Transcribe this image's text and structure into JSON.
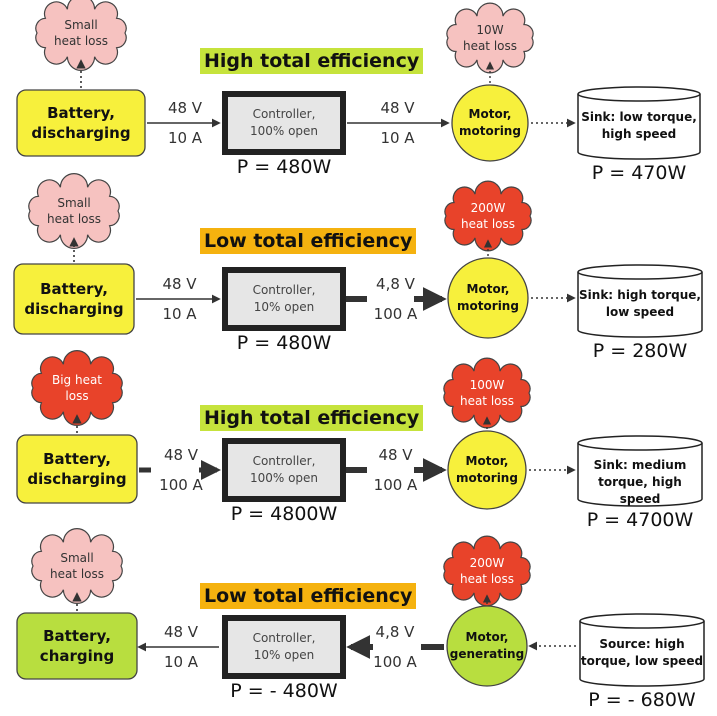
{
  "colors": {
    "battery_discharging": "#f7f03c",
    "battery_charging": "#b8de3f",
    "cloud_small": "#f6c2c0",
    "cloud_big": "#e8432a",
    "title_high": "#c6e33c",
    "title_low": "#f5b20f",
    "motor_motoring": "#f7f03c",
    "motor_generating": "#b8de3f"
  },
  "rows": [
    {
      "title": "High total efficiency",
      "title_style": "high",
      "battery": {
        "label_line1": "Battery,",
        "label_line2": "discharging",
        "style": "battery_discharging"
      },
      "battery_cloud": {
        "line1": "Small",
        "line2": "heat loss",
        "style": "cloud_small"
      },
      "flow_left": {
        "voltage": "48 V",
        "current": "10 A"
      },
      "controller": {
        "line1": "Controller,",
        "line2": "100% open"
      },
      "controller_power": "P = 480W",
      "flow_right": {
        "voltage": "48 V",
        "current": "10 A"
      },
      "motor": {
        "line1": "Motor,",
        "line2": "motoring",
        "style": "motor_motoring"
      },
      "motor_cloud": {
        "line1": "10W",
        "line2": "heat loss",
        "style": "cloud_small"
      },
      "sink": {
        "line1": "Sink: low torque,",
        "line2": "high speed"
      },
      "sink_power": "P = 470W"
    },
    {
      "title": "Low total efficiency",
      "title_style": "low",
      "battery": {
        "label_line1": "Battery,",
        "label_line2": "discharging",
        "style": "battery_discharging"
      },
      "battery_cloud": {
        "line1": "Small",
        "line2": "heat loss",
        "style": "cloud_small"
      },
      "flow_left": {
        "voltage": "48 V",
        "current": "10 A"
      },
      "controller": {
        "line1": "Controller,",
        "line2": "10% open"
      },
      "controller_power": "P = 480W",
      "flow_right": {
        "voltage": "4,8 V",
        "current": "100 A"
      },
      "motor": {
        "line1": "Motor,",
        "line2": "motoring",
        "style": "motor_motoring"
      },
      "motor_cloud": {
        "line1": "200W",
        "line2": "heat loss",
        "style": "cloud_big"
      },
      "sink": {
        "line1": "Sink: high torque,",
        "line2": "low speed"
      },
      "sink_power": "P = 280W"
    },
    {
      "title": "High total efficiency",
      "title_style": "high",
      "battery": {
        "label_line1": "Battery,",
        "label_line2": "discharging",
        "style": "battery_discharging"
      },
      "battery_cloud": {
        "line1": "Big heat",
        "line2": "loss",
        "style": "cloud_big"
      },
      "flow_left": {
        "voltage": "48 V",
        "current": "100 A"
      },
      "controller": {
        "line1": "Controller,",
        "line2": "100% open"
      },
      "controller_power": "P = 4800W",
      "flow_right": {
        "voltage": "48 V",
        "current": "100 A"
      },
      "motor": {
        "line1": "Motor,",
        "line2": "motoring",
        "style": "motor_motoring"
      },
      "motor_cloud": {
        "line1": "100W",
        "line2": "heat loss",
        "style": "cloud_big"
      },
      "sink": {
        "line1": "Sink: medium",
        "line2": "torque, high speed"
      },
      "sink_power": "P = 4700W"
    },
    {
      "title": "Low total efficiency",
      "title_style": "low",
      "battery": {
        "label_line1": "Battery,",
        "label_line2": "charging",
        "style": "battery_charging"
      },
      "battery_cloud": {
        "line1": "Small",
        "line2": "heat loss",
        "style": "cloud_small"
      },
      "flow_left": {
        "voltage": "48 V",
        "current": "10 A"
      },
      "controller": {
        "line1": "Controller,",
        "line2": "10% open"
      },
      "controller_power": "P = - 480W",
      "flow_right": {
        "voltage": "4,8 V",
        "current": "100 A"
      },
      "motor": {
        "line1": "Motor,",
        "line2": "generating",
        "style": "motor_generating"
      },
      "motor_cloud": {
        "line1": "200W",
        "line2": "heat loss",
        "style": "cloud_big"
      },
      "sink": {
        "line1": "Source: high",
        "line2": "torque, low speed"
      },
      "sink_power": "P = - 680W"
    }
  ]
}
